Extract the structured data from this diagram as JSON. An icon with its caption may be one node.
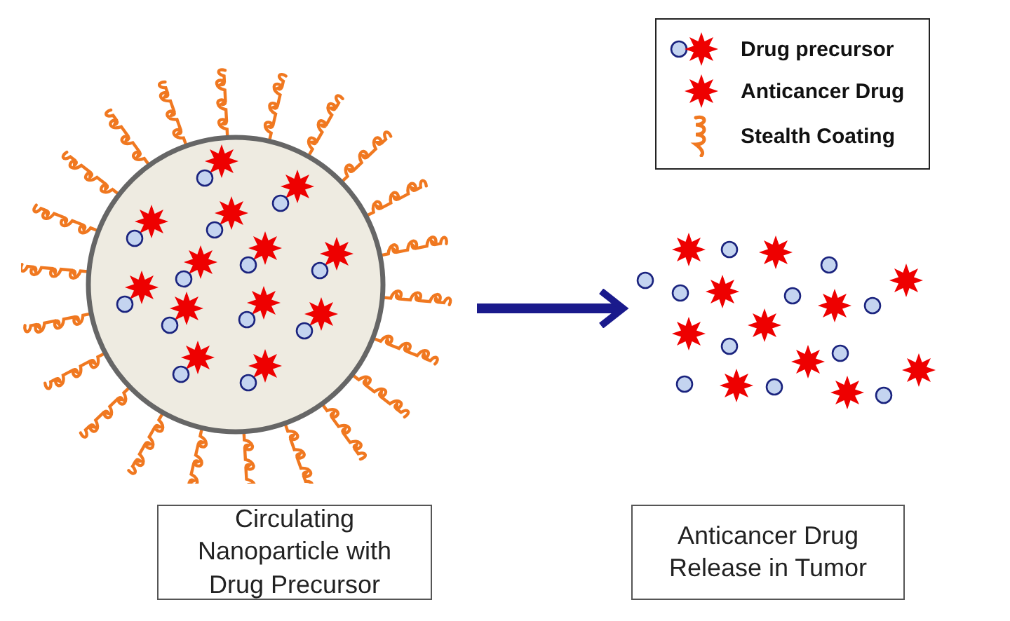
{
  "diagram": {
    "nodes": [
      {
        "text": [],
        "shape": "picture"
      },
      {
        "text": [],
        "shape": "picture"
      },
      {
        "text": [
          "Circulating Nanoparticle with Drug Precursor"
        ]
      },
      {
        "text": [
          "Anticancer Drug Release in Tumor"
        ]
      }
    ],
    "edges": [
      {
        "from": 0,
        "to": 1,
        "arrow": "to"
      }
    ],
    "legend": [
      {
        "text": "Drug precursor"
      },
      {
        "text": "Anticancer Drug"
      },
      {
        "text": "Stealth Coating"
      }
    ]
  }
}
